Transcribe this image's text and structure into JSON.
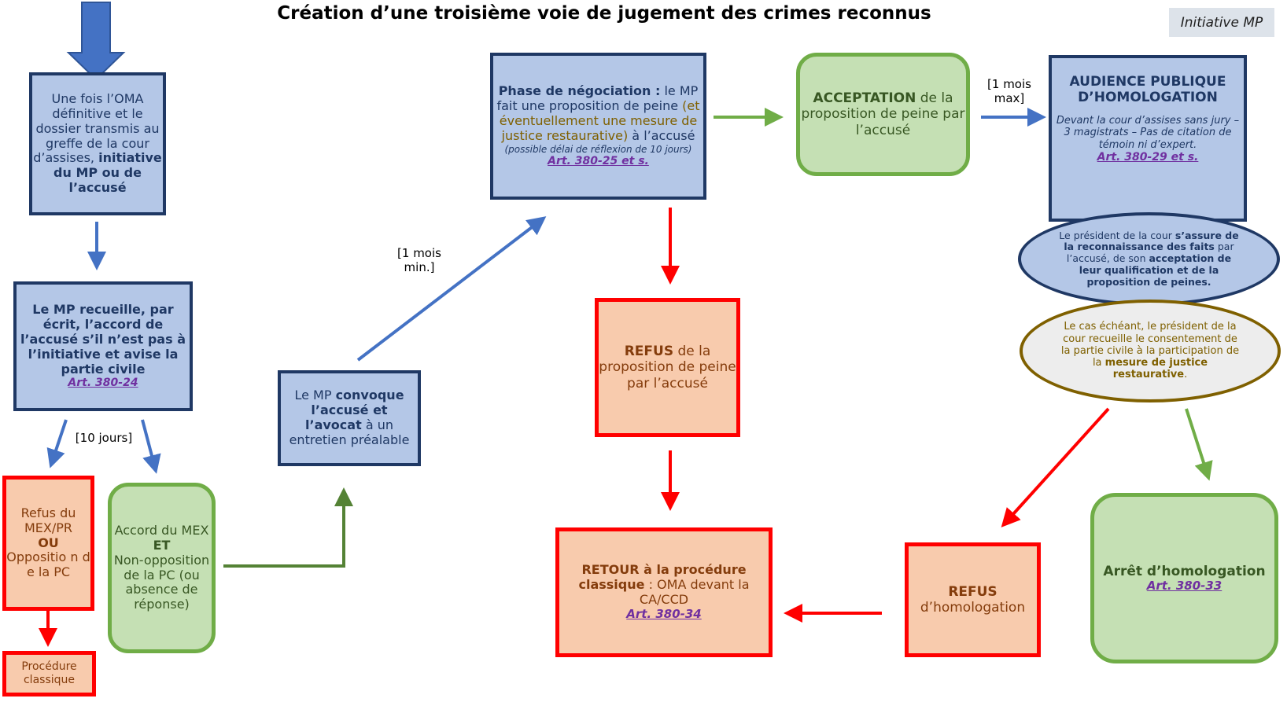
{
  "title": "Création d’une troisième voie de jugement des crimes reconnus",
  "badge": "Initiative MP",
  "box1": {
    "l1": "Une fois l’OMA définitive et le dossier transmis au greffe de la cour d’assises,",
    "bold": "initiative du MP ou de l’accusé"
  },
  "box2": {
    "bold": "Le MP recueille, par écrit, l’accord de l’accusé s’il n’est pas à l’initiative et avise la partie civile",
    "link": "Art. 380-24"
  },
  "label_10_jours": "[10 jours]",
  "refus_mex": {
    "l1": "Refus du MEX/PR",
    "bold": "OU",
    "l2": "Oppositio n de la PC"
  },
  "procedure_classique": "Procédure classique",
  "accord": {
    "l1": "Accord du MEX",
    "bold": "ET",
    "l2": "Non-opposition de la PC (ou absence de réponse)"
  },
  "convoque": {
    "l1": "Le MP",
    "bold1": "convoque l’accusé et l’avocat",
    "l2": "à un entretien préalable"
  },
  "label_1_mois_min": "[1 mois min.]",
  "phase": {
    "bold": "Phase de négociation :",
    "l1": "le MP fait une proposition de peine",
    "gold": "(et éventuellement une mesure de justice restaurative)",
    "l2": "à l’accusé",
    "small": "(possible délai de réflexion de 10 jours)",
    "link": "Art. 380-25 et s."
  },
  "acceptation": {
    "bold": "ACCEPTATION",
    "l1": "de la proposition de peine par l’accusé"
  },
  "label_1_mois_max": "[1 mois max]",
  "audience": {
    "title": "AUDIENCE PUBLIQUE D’HOMOLOGATION",
    "italic": "Devant la cour d’assises sans jury – 3 magistrats – Pas de citation de témoin ni d’expert.",
    "link": "Art. 380-29 et s."
  },
  "ellipse1": {
    "l1": "Le président de la cour",
    "bold1": "s’assure de la reconnaissance des faits",
    "l2": "par l’accusé, de son",
    "bold2": "acceptation de leur qualification et de la proposition de peines."
  },
  "ellipse2": {
    "l1": "Le cas échéant, le président de la cour recueille le consentement de la partie civile à la participation de la",
    "bold": "mesure de justice restaurative",
    "end": "."
  },
  "refus_proposition": {
    "bold": "REFUS",
    "l1": "de la proposition de peine par l’accusé"
  },
  "retour": {
    "bold": "RETOUR à la procédure classique",
    "l1": ": OMA devant la CA/CCD",
    "link": "Art. 380-34"
  },
  "refus_homologation": {
    "bold": "REFUS",
    "l1": "d’homologation"
  },
  "arret": {
    "bold": "Arrêt d’homologation",
    "link": "Art. 380-33"
  },
  "colors": {
    "blue_fill": "#b4c7e7",
    "navy": "#1f3864",
    "red": "#ff0000",
    "green": "#70ad47",
    "arrow_blue": "#4472c4"
  }
}
